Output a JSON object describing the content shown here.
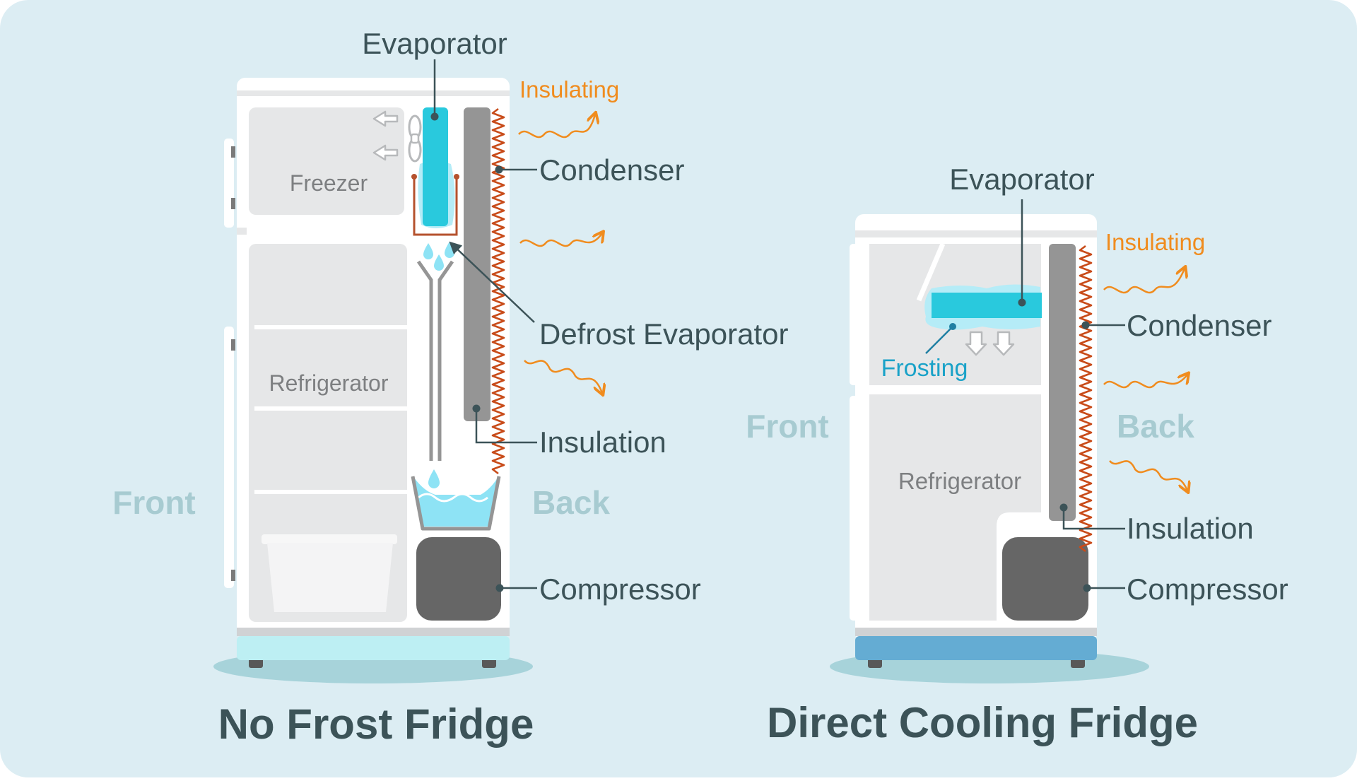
{
  "colors": {
    "background": "#dcedf3",
    "cabinet": "#ffffff",
    "compartment": "#e6e7e8",
    "insulation": "#959595",
    "compressor": "#666666",
    "evaporator": "#29c9dd",
    "frost": "#b5ecf7",
    "water": "#8ee3f5",
    "condenser": "#c84b19",
    "heat_waves": "#f08c1e",
    "label_text": "#3c5358",
    "muted_text": "#a7cbd1",
    "frosting_text": "#1aa2c8",
    "base_no_frost": "#bdeff3",
    "base_direct": "#64acd3",
    "shadow": "#a7d3da"
  },
  "no_frost": {
    "title": "No Frost Fridge",
    "freezer": "Freezer",
    "refrigerator": "Refrigerator",
    "evaporator": "Evaporator",
    "insulating": "Insulating",
    "condenser": "Condenser",
    "defrost_evaporator": "Defrost Evaporator",
    "insulation": "Insulation",
    "compressor": "Compressor",
    "front": "Front",
    "back": "Back"
  },
  "direct_cooling": {
    "title": "Direct Cooling Fridge",
    "evaporator": "Evaporator",
    "insulating": "Insulating",
    "condenser": "Condenser",
    "frosting": "Frosting",
    "refrigerator": "Refrigerator",
    "insulation": "Insulation",
    "compressor": "Compressor",
    "front": "Front",
    "back": "Back"
  }
}
